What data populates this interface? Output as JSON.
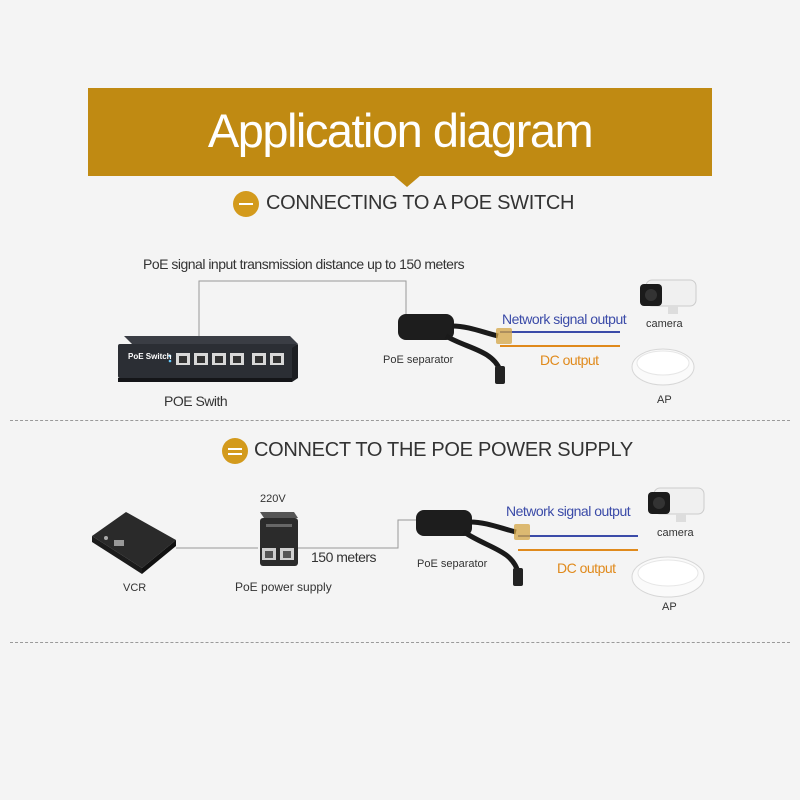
{
  "title": "Application diagram",
  "section1": {
    "heading": "CONNECTING TO A POE SWITCH",
    "distance_label": "PoE signal input transmission distance up to 150 meters",
    "switch_label": "POE Swith",
    "switch_face_text": "PoE Switch",
    "separator_label": "PoE separator",
    "network_label": "Network signal output",
    "dc_label": "DC output",
    "camera_label": "camera",
    "ap_label": "AP"
  },
  "section2": {
    "heading": "CONNECT TO THE POE POWER SUPPLY",
    "vcr_label": "VCR",
    "voltage_label": "220V",
    "power_supply_label": "PoE power supply",
    "distance_label": "150 meters",
    "separator_label": "PoE separator",
    "network_label": "Network signal output",
    "dc_label": "DC output",
    "camera_label": "camera",
    "ap_label": "AP"
  },
  "colors": {
    "banner": "#c08a12",
    "badge": "#d39a1c",
    "network_line": "#3b4ba8",
    "dc_line": "#e08a1c"
  }
}
